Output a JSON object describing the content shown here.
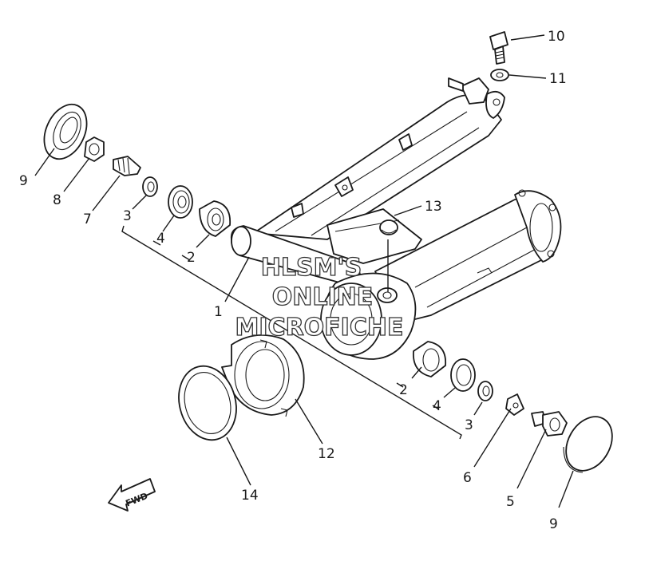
{
  "callouts": [
    {
      "id": "label-10",
      "text": "10"
    },
    {
      "id": "label-11",
      "text": "11"
    },
    {
      "id": "label-9-top",
      "text": "9"
    },
    {
      "id": "label-8",
      "text": "8"
    },
    {
      "id": "label-7",
      "text": "7"
    },
    {
      "id": "label-3-left",
      "text": "3"
    },
    {
      "id": "label-4-left",
      "text": "4"
    },
    {
      "id": "label-2-left",
      "text": "2"
    },
    {
      "id": "label-1",
      "text": "1"
    },
    {
      "id": "label-13",
      "text": "13"
    },
    {
      "id": "label-2-right",
      "text": "2"
    },
    {
      "id": "label-4-right",
      "text": "4"
    },
    {
      "id": "label-3-right",
      "text": "3"
    },
    {
      "id": "label-6",
      "text": "6"
    },
    {
      "id": "label-5",
      "text": "5"
    },
    {
      "id": "label-9-bottom",
      "text": "9"
    },
    {
      "id": "label-12",
      "text": "12"
    },
    {
      "id": "label-14",
      "text": "14"
    }
  ],
  "watermark": {
    "line1": "HLSM'S",
    "line2": "ONLINE",
    "line3": "MICROFICHE"
  },
  "direction_arrow": {
    "text": "FWD"
  }
}
